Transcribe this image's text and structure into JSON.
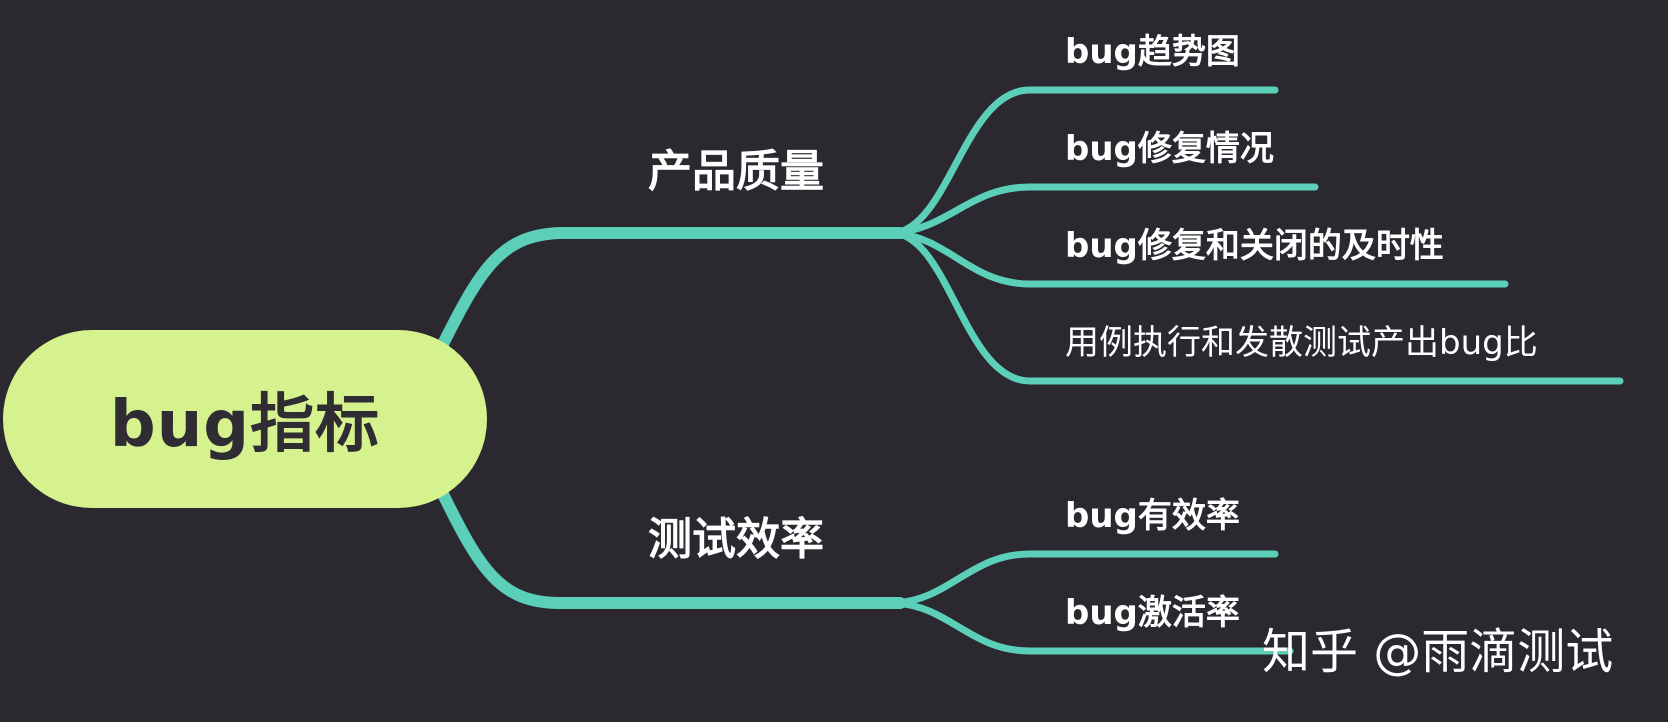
{
  "root": {
    "label": "bug指标"
  },
  "branches": [
    {
      "label": "产品质量",
      "leaves": [
        {
          "label": "bug趋势图"
        },
        {
          "label": "bug修复情况"
        },
        {
          "label": "bug修复和关闭的及时性"
        },
        {
          "label": "用例执行和发散测试产出bug比"
        }
      ]
    },
    {
      "label": "测试效率",
      "leaves": [
        {
          "label": "bug有效率"
        },
        {
          "label": "bug激活率"
        }
      ]
    }
  ],
  "watermark": "知乎 @雨滴测试",
  "colors": {
    "background": "#2c2830",
    "root_fill": "#d6f28f",
    "connector": "#5ccfb9",
    "text": "#ffffff",
    "root_text": "#2f2d33"
  }
}
